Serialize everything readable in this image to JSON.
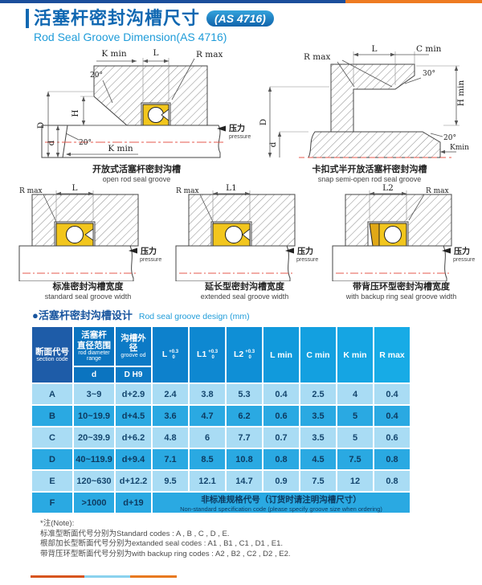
{
  "header": {
    "title_zh": "活塞杆密封沟槽尺寸",
    "badge": "(AS 4716)",
    "title_en": "Rod Seal Groove Dimension(AS 4716)"
  },
  "diagrams": {
    "open": {
      "labels": {
        "k_min_top": "K min",
        "l": "L",
        "r_max": "R max",
        "angle_top": "20°",
        "h": "H",
        "angle_rod": "20°",
        "cap_d": "D",
        "low_d": "d",
        "k_min_rod": "K min",
        "pressure_zh": "压力",
        "pressure_en": "pressure"
      },
      "caption_zh": "开放式活塞杆密封沟槽",
      "caption_en": "open rod seal groove"
    },
    "snap": {
      "labels": {
        "r_max": "R max",
        "l": "L",
        "c_min": "C min",
        "angle_30": "30°",
        "h_min": "H min",
        "cap_d": "D",
        "low_d": "d",
        "angle_20": "20°",
        "k_min": "Kmin"
      },
      "caption_zh": "卡扣式半开放活塞杆密封沟槽",
      "caption_en": "snap semi-open rod seal groove"
    },
    "standard": {
      "labels": {
        "r_max": "R max",
        "width": "L",
        "pressure_zh": "压力",
        "pressure_en": "pressure"
      },
      "caption_zh": "标准密封沟槽宽度",
      "caption_en": "standard seal groove width"
    },
    "extended": {
      "labels": {
        "r_max": "R max",
        "width": "L1",
        "pressure_zh": "压力",
        "pressure_en": "pressure"
      },
      "caption_zh": "延长型密封沟槽宽度",
      "caption_en": "extended seal groove width"
    },
    "backup": {
      "labels": {
        "r_max": "R max",
        "width": "L2",
        "pressure_zh": "压力",
        "pressure_en": "pressure"
      },
      "caption_zh": "带背压环型密封沟槽宽度",
      "caption_en": "with backup ring seal groove width"
    }
  },
  "table_section": {
    "bullet": "●",
    "title_zh": "活塞杆密封沟槽设计",
    "title_en": "Rod seal groove design (mm)"
  },
  "table": {
    "header": {
      "section_zh": "断面代号",
      "section_en": "section code",
      "rod_zh1": "活塞杆",
      "rod_zh2": "直径范围",
      "rod_en1": "rod diameter",
      "rod_en2": "range",
      "od_zh": "沟槽外径",
      "od_en": "groove od",
      "sub_d": "d",
      "sub_dh9": "D H9",
      "l": "L",
      "l1": "L1",
      "l2": "L2",
      "tol_plus": "+0.3",
      "tol_zero": "0",
      "l_min": "L min",
      "c_min": "C min",
      "k_min": "K min",
      "r_max": "R max"
    },
    "rows": [
      {
        "code": "A",
        "d": "3~9",
        "od": "d+2.9",
        "l": "2.4",
        "l1": "3.8",
        "l2": "5.3",
        "lmin": "0.4",
        "cmin": "2.5",
        "kmin": "4",
        "rmax": "0.4"
      },
      {
        "code": "B",
        "d": "10~19.9",
        "od": "d+4.5",
        "l": "3.6",
        "l1": "4.7",
        "l2": "6.2",
        "lmin": "0.6",
        "cmin": "3.5",
        "kmin": "5",
        "rmax": "0.4"
      },
      {
        "code": "C",
        "d": "20~39.9",
        "od": "d+6.2",
        "l": "4.8",
        "l1": "6",
        "l2": "7.7",
        "lmin": "0.7",
        "cmin": "3.5",
        "kmin": "5",
        "rmax": "0.6"
      },
      {
        "code": "D",
        "d": "40~119.9",
        "od": "d+9.4",
        "l": "7.1",
        "l1": "8.5",
        "l2": "10.8",
        "lmin": "0.8",
        "cmin": "4.5",
        "kmin": "7.5",
        "rmax": "0.8"
      },
      {
        "code": "E",
        "d": "120~630",
        "od": "d+12.2",
        "l": "9.5",
        "l1": "12.1",
        "l2": "14.7",
        "lmin": "0.9",
        "cmin": "7.5",
        "kmin": "12",
        "rmax": "0.8"
      }
    ],
    "row_f": {
      "code": "F",
      "d": ">1000",
      "od": "d+19",
      "note_zh": "非标准规格代号（订货时请注明沟槽尺寸）",
      "note_en": "Non-standard specification code (please specify groove size when ordering)"
    }
  },
  "notes": {
    "title": "*注(Note):",
    "line1": "标准型断面代号分别为Standard codes : A , B , C , D , E.",
    "line2": "根部加长型断面代号分别为extanded seal codes : A1 , B1 , C1 , D1 , E1.",
    "line3": "带背压环型断面代号分别为with backup ring codes : A2 , B2 , C2 , D2 , E2."
  },
  "colors": {
    "accent_blue": "#1068b2",
    "bright_blue": "#1f9cd9",
    "table_header_dark": "#1e5ca8",
    "table_header_blue": "#0d86cf",
    "row_light": "#a9dcf4",
    "row_dark": "#2aa9e2",
    "seal_yellow": "#f2c61d",
    "centerline_red": "#e4584c",
    "bar_orange_dark": "#d7541d",
    "bar_orange": "#e8791f",
    "bar_skyblue": "#8ad2ee",
    "topbar_blue": "#1b4e9b",
    "topbar_orange": "#ee7b21"
  }
}
